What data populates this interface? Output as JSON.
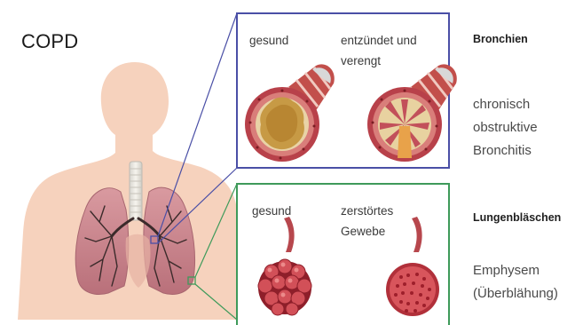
{
  "title": "COPD",
  "bronchi_panel": {
    "label_healthy": "gesund",
    "label_inflamed_line1": "entzündet und",
    "label_inflamed_line2": "verengt"
  },
  "alveoli_panel": {
    "label_healthy": "gesund",
    "label_destroyed_line1": "zerstörtes",
    "label_destroyed_line2": "Gewebe"
  },
  "side_bronchi": {
    "heading": "Bronchien",
    "line1": "chronisch",
    "line2": "obstruktive",
    "line3": "Bronchitis"
  },
  "side_alveoli": {
    "heading": "Lungenbläschen",
    "line1": "Emphysem",
    "line2": "(Überblähung)"
  },
  "colors": {
    "bronchi_frame": "#4a4fa6",
    "alveoli_frame": "#3e9a5a",
    "skin": "#f6d2bd",
    "lung": "#c9838a",
    "tissue": "#c0312f"
  }
}
